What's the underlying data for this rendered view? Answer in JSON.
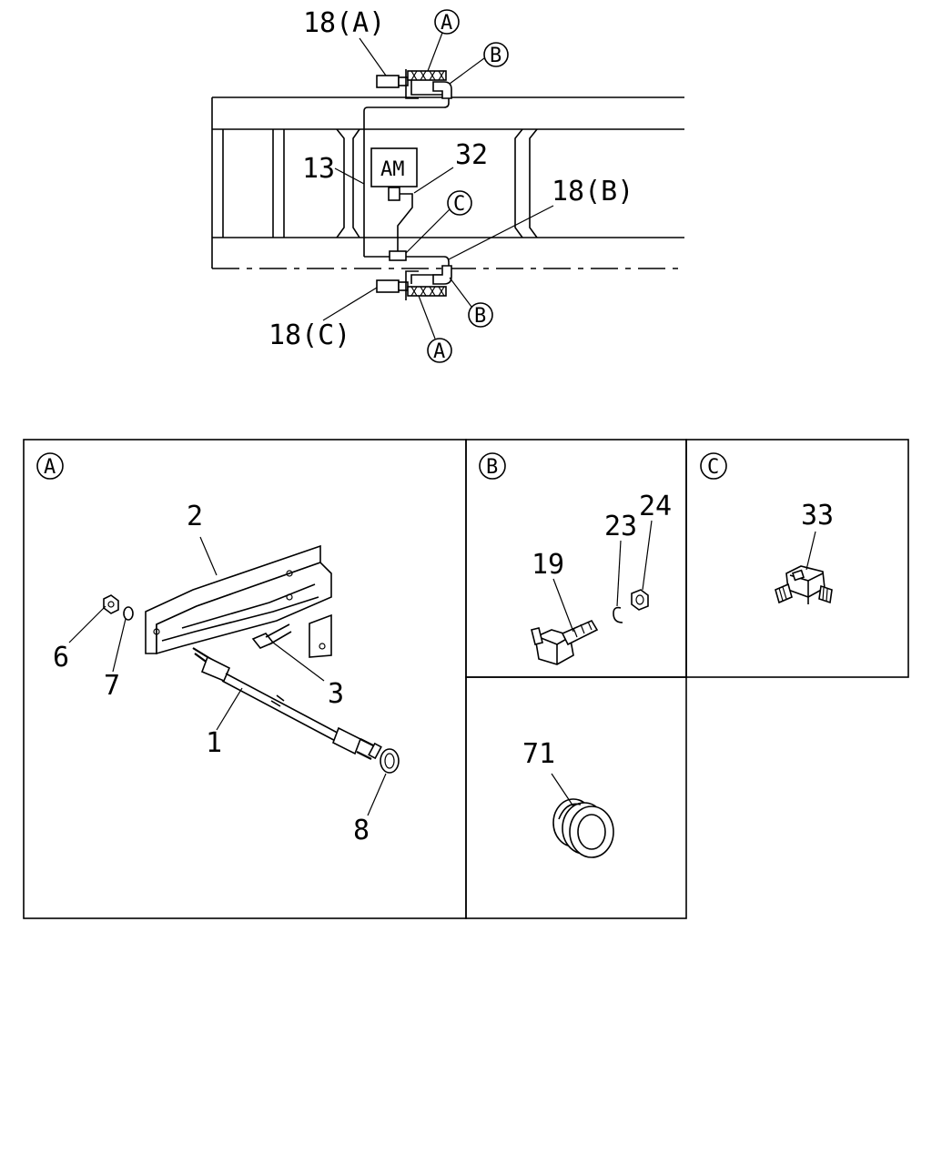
{
  "overview": {
    "labels": {
      "hose_upper": "18(A)",
      "hose_upper_right": "18(B)",
      "hose_lower": "18(C)",
      "pipe": "13",
      "pipe_to_tee": "32",
      "module": "AM"
    },
    "callouts": {
      "a": "A",
      "b": "B",
      "c": "C"
    }
  },
  "panels": {
    "a": {
      "tag": "A",
      "parts": [
        "1",
        "2",
        "3",
        "6",
        "7",
        "8"
      ]
    },
    "b": {
      "tag": "B",
      "parts": [
        "19",
        "23",
        "24"
      ]
    },
    "c": {
      "tag": "C",
      "parts": [
        "33"
      ]
    },
    "d": {
      "parts": [
        "71"
      ]
    }
  }
}
